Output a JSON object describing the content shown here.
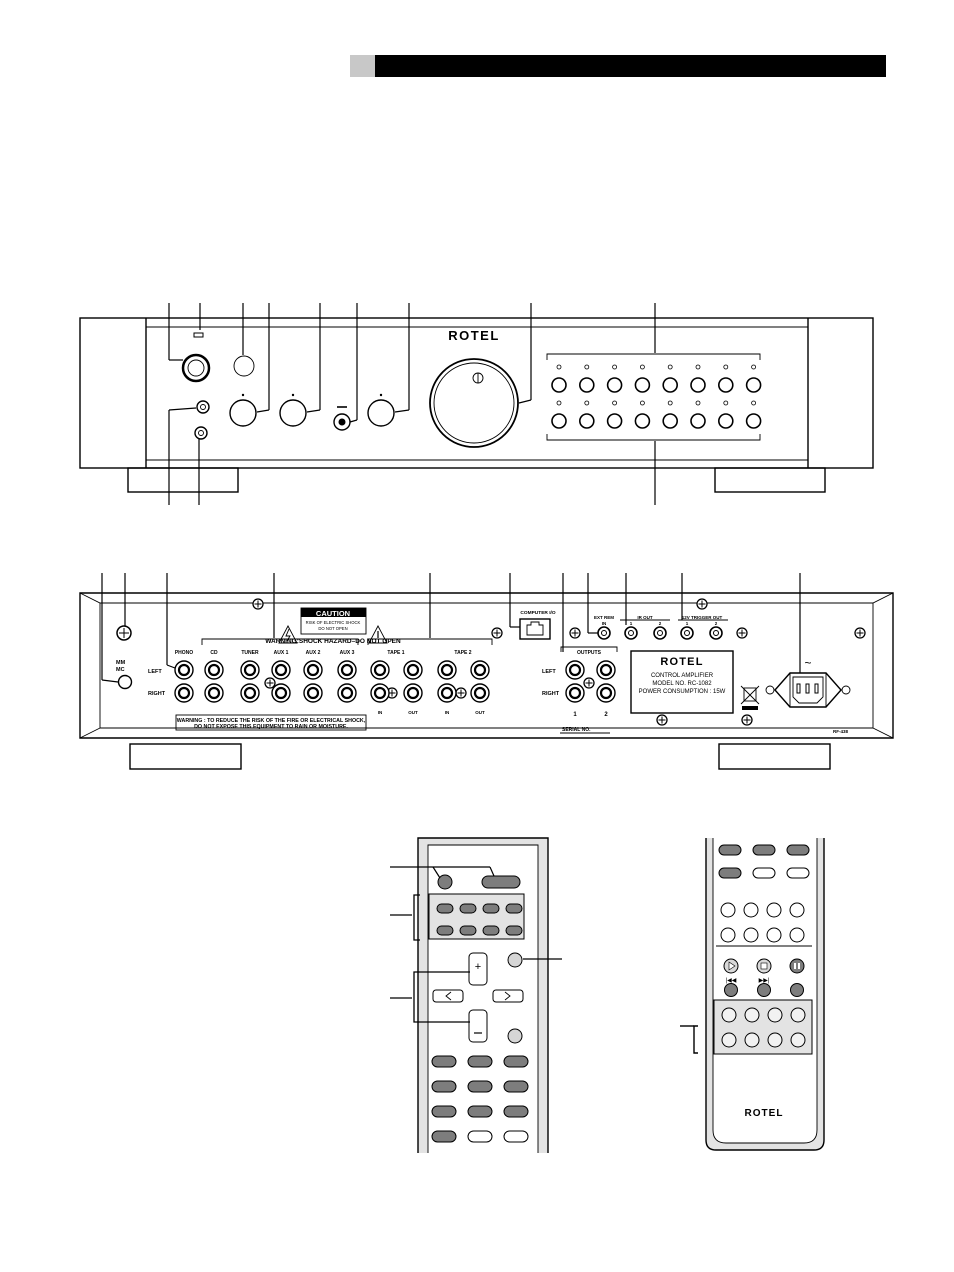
{
  "front_panel": {
    "brand": "ROTEL"
  },
  "rear_panel": {
    "caution": {
      "title": "CAUTION",
      "line1": "RISK OF ELECTRIC SHOCK",
      "line2": "DO NOT OPEN",
      "warning": "WARNING:SHOCK HAZARD–DO NOT OPEN"
    },
    "phono_mm": "MM",
    "phono_mc": "MC",
    "input_labels": [
      "PHONO",
      "CD",
      "TUNER",
      "AUX 1",
      "AUX 2",
      "AUX 3",
      "TAPE 1",
      "TAPE 2"
    ],
    "left_label": "LEFT",
    "right_label": "RIGHT",
    "in_label": "IN",
    "out_label": "OUT",
    "computer_io": "COMPUTER I/O",
    "ext_rem": "EXT REM",
    "ext_rem_in": "IN",
    "ir_out": "IR OUT",
    "ir_1": "1",
    "ir_2": "2",
    "trigger": "12V TRIGGER OUT",
    "trig_1": "1",
    "trig_2": "2",
    "outputs": "OUTPUTS",
    "outputs_1": "1",
    "outputs_2": "2",
    "brand": "ROTEL",
    "info_line1": "CONTROL AMPLIFIER",
    "info_line2": "MODEL NO. RC-1082",
    "info_line3": "POWER CONSUMPTION : 15W",
    "warning_line1": "WARNING : TO REDUCE THE RISK OF THE FIRE OR ELECTRICAL SHOCK,",
    "warning_line2": "DO NOT EXPOSE THIS EQUIPMENT TO RAIN OR MOISTURE.",
    "serial": "SERIAL NO.",
    "model_code": "RF-438",
    "ac_symbol": "~"
  },
  "remote_right": {
    "brand": "ROTEL"
  },
  "colors": {
    "ink": "#000000",
    "button_grey": "#7d7d7d",
    "remote_body": "#e3e3e3"
  }
}
